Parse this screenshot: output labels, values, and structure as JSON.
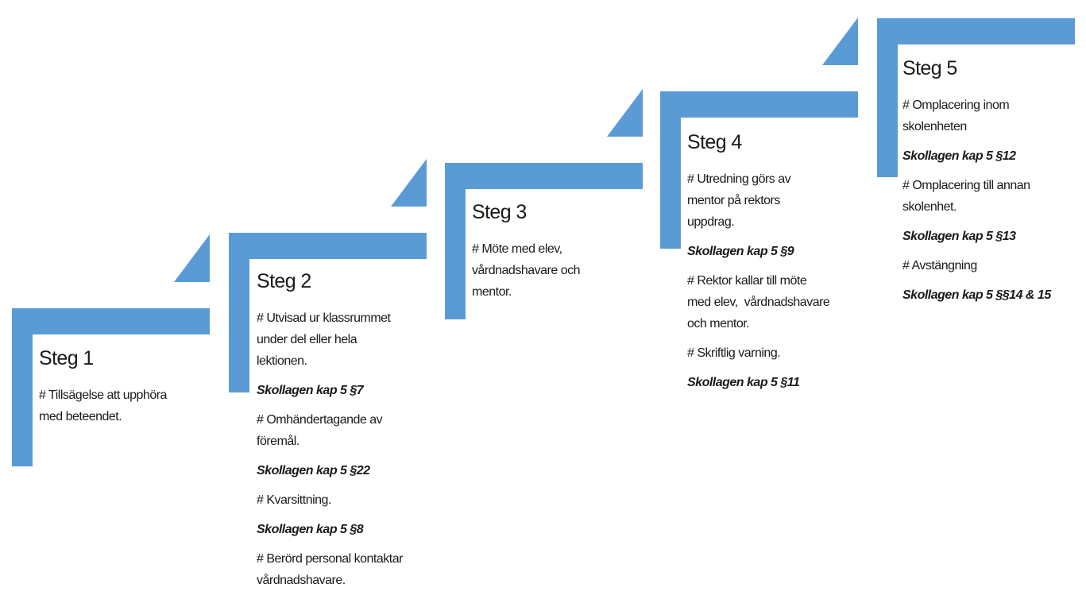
{
  "accent_color": "#5b9bd5",
  "steps": [
    {
      "title": "Steg 1",
      "items": [
        {
          "type": "desc",
          "text": "# Tillsägelse att upphöra\nmed beteendet."
        }
      ]
    },
    {
      "title": "Steg 2",
      "items": [
        {
          "type": "desc",
          "text": "# Utvisad ur klassrummet\nunder del eller hela\nlektionen."
        },
        {
          "type": "law",
          "text": "Skollagen kap 5 §7"
        },
        {
          "type": "desc",
          "text": "# Omhändertagande av\nföremål."
        },
        {
          "type": "law",
          "text": "Skollagen kap 5 §22"
        },
        {
          "type": "desc",
          "text": "# Kvarsittning."
        },
        {
          "type": "law",
          "text": "Skollagen kap 5 §8"
        },
        {
          "type": "desc",
          "text": "# Berörd personal kontaktar\nvårdnadshavare."
        }
      ]
    },
    {
      "title": "Steg 3",
      "items": [
        {
          "type": "desc",
          "text": "# Möte med elev,\nvårdnadshavare och\nmentor."
        }
      ]
    },
    {
      "title": "Steg 4",
      "items": [
        {
          "type": "desc",
          "text": "# Utredning görs av\nmentor på rektors\nuppdrag."
        },
        {
          "type": "law",
          "text": "Skollagen kap 5 §9"
        },
        {
          "type": "desc",
          "text": "# Rektor kallar till möte\nmed elev,  vårdnadshavare\noch mentor."
        },
        {
          "type": "desc",
          "text": "# Skriftlig varning."
        },
        {
          "type": "law",
          "text": "Skollagen kap 5 §11"
        }
      ]
    },
    {
      "title": "Steg 5",
      "items": [
        {
          "type": "desc",
          "text": "# Omplacering inom\nskolenheten"
        },
        {
          "type": "law",
          "text": "Skollagen kap 5 §12"
        },
        {
          "type": "desc",
          "text": "# Omplacering till annan\nskolenhet."
        },
        {
          "type": "law",
          "text": "Skollagen kap 5 §13"
        },
        {
          "type": "desc",
          "text": "# Avstängning"
        },
        {
          "type": "law",
          "text": "Skollagen kap 5 §§14 & 15"
        }
      ]
    }
  ]
}
